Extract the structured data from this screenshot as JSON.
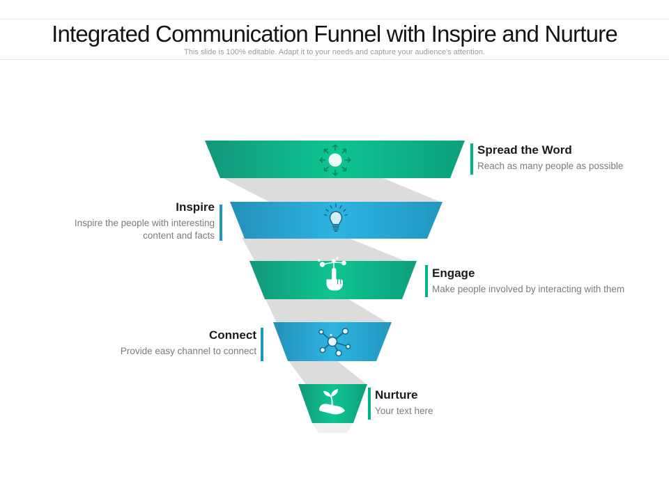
{
  "slide": {
    "title": "Integrated Communication Funnel with Inspire and Nurture",
    "subtitle": "This slide is 100% editable. Adapt it to your needs and capture your audience's attention."
  },
  "funnel": {
    "stages": [
      {
        "label": "Spread the Word",
        "description": "Reach as many people as possible",
        "color": "green",
        "icon": "spread-arrows-icon",
        "label_side": "right"
      },
      {
        "label": "Inspire",
        "description": "Inspire the people with interesting content and facts",
        "color": "blue",
        "icon": "light-bulb-icon",
        "label_side": "left"
      },
      {
        "label": "Engage",
        "description": "Make people involved by interacting with them",
        "color": "green",
        "icon": "touch-network-icon",
        "label_side": "right"
      },
      {
        "label": "Connect",
        "description": "Provide easy channel to connect",
        "color": "blue",
        "icon": "network-nodes-icon",
        "label_side": "left"
      },
      {
        "label": "Nurture",
        "description": "Your text here",
        "color": "green",
        "icon": "hand-sprout-icon",
        "label_side": "right"
      }
    ],
    "colors": {
      "green_edge": "#12977b",
      "green_center": "#0ec591",
      "blue_edge": "#2490b8",
      "blue_center": "#2cb4e2",
      "connector_gray": "#dcdcdc",
      "accent_bar_green": "#00b48b",
      "accent_bar_blue": "#1f97bd"
    }
  }
}
